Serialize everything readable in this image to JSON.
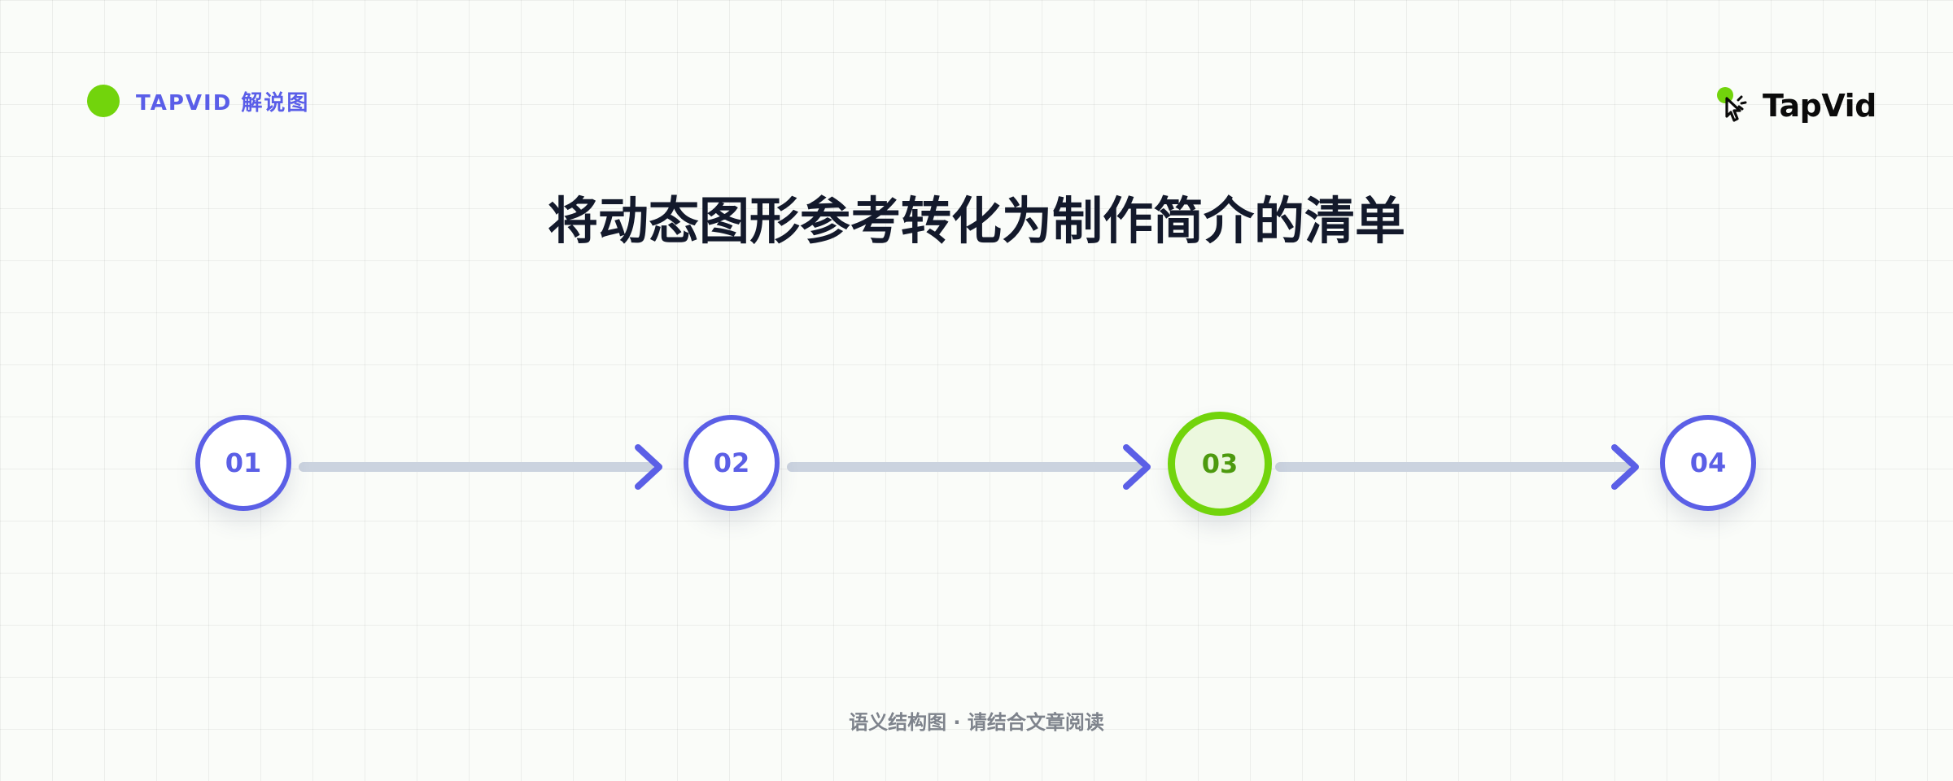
{
  "header": {
    "brand_label": "TAPVID 解说图",
    "logo_text": "TapVid"
  },
  "title": "将动态图形参考转化为制作简介的清单",
  "flow": {
    "steps": [
      {
        "label": "01",
        "active": false
      },
      {
        "label": "02",
        "active": false
      },
      {
        "label": "03",
        "active": true
      },
      {
        "label": "04",
        "active": false
      }
    ]
  },
  "footer": {
    "caption": "语义结构图 · 请结合文章阅读"
  },
  "colors": {
    "accent": "#5b5fe6",
    "highlight": "#72d40c",
    "connector": "#cbd3df",
    "title": "#13192b"
  },
  "icons": {
    "brand_dot": "green-dot-icon",
    "logo_mark": "pointer-hand-icon",
    "connector_head": "chevron-right-arrow-icon"
  }
}
